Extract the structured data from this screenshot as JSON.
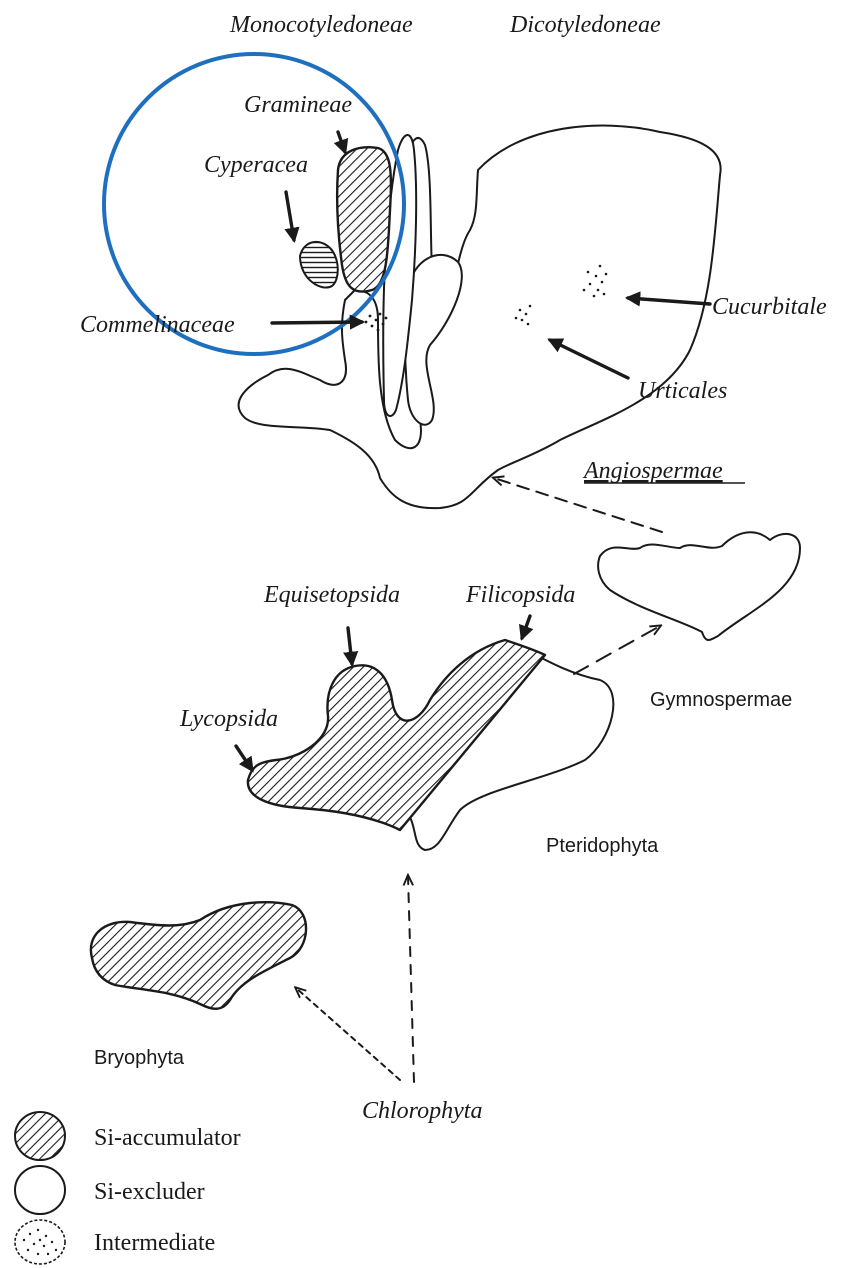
{
  "labels": {
    "monocotyledoneae": "Monocotyledoneae",
    "dicotyledoneae": "Dicotyledoneae",
    "gramineae": "Gramineae",
    "cyperacea": "Cyperacea",
    "commelinaceae": "Commelinaceae",
    "cucurbitale": "Cucurbitale",
    "urticales": "Urticales",
    "angiospermae": "Angiospermae",
    "gymnospermae": "Gymnospermae",
    "equisetopsida": "Equisetopsida",
    "filicopsida": "Filicopsida",
    "lycopsida": "Lycopsida",
    "pteridophyta": "Pteridophyta",
    "bryophyta": "Bryophyta",
    "chlorophyta": "Chlorophyta"
  },
  "legend": {
    "items": [
      {
        "label": "Si-accumulator",
        "pattern": "hatched"
      },
      {
        "label": "Si-excluder",
        "pattern": "empty"
      },
      {
        "label": "Intermediate",
        "pattern": "dotted"
      }
    ]
  },
  "colors": {
    "ink": "#1a1a1a",
    "highlight_circle": "#1f6fbf",
    "background": "#ffffff"
  }
}
